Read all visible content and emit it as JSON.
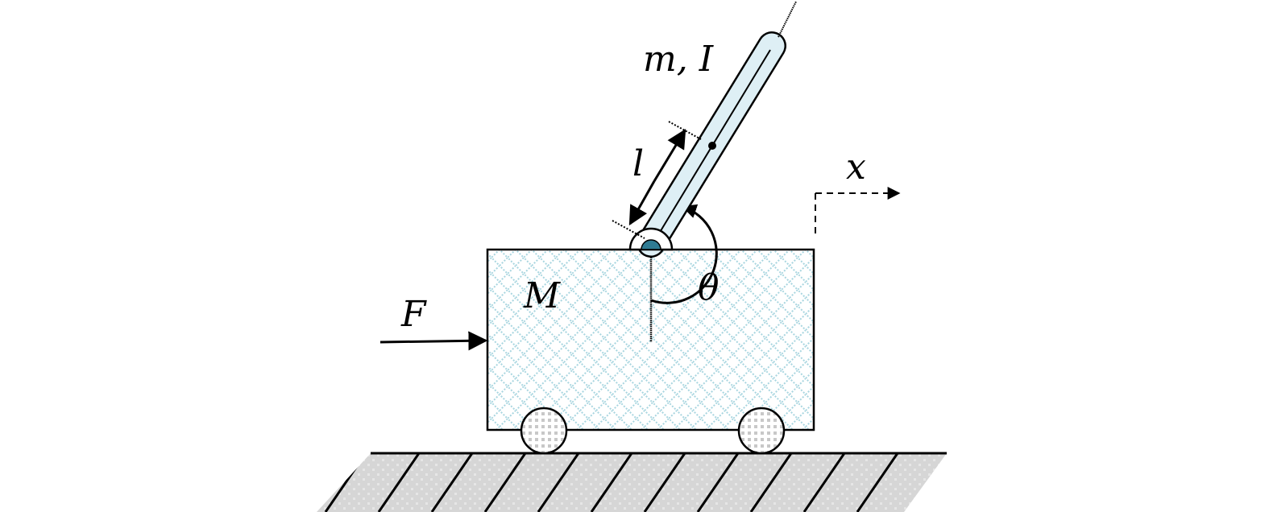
{
  "labels": {
    "pendulum_mass_inertia": "m, I",
    "length": "l",
    "position": "x",
    "cart_mass": "M",
    "angle": "θ",
    "force": "F"
  },
  "colors": {
    "stroke": "#000000",
    "cart_pattern": "#a9d6e0",
    "pole_fill": "#deeff5",
    "pivot": "#2f7b93",
    "ground_fill": "#d6d6d6",
    "wheel_dots": "#b9b9b9"
  }
}
